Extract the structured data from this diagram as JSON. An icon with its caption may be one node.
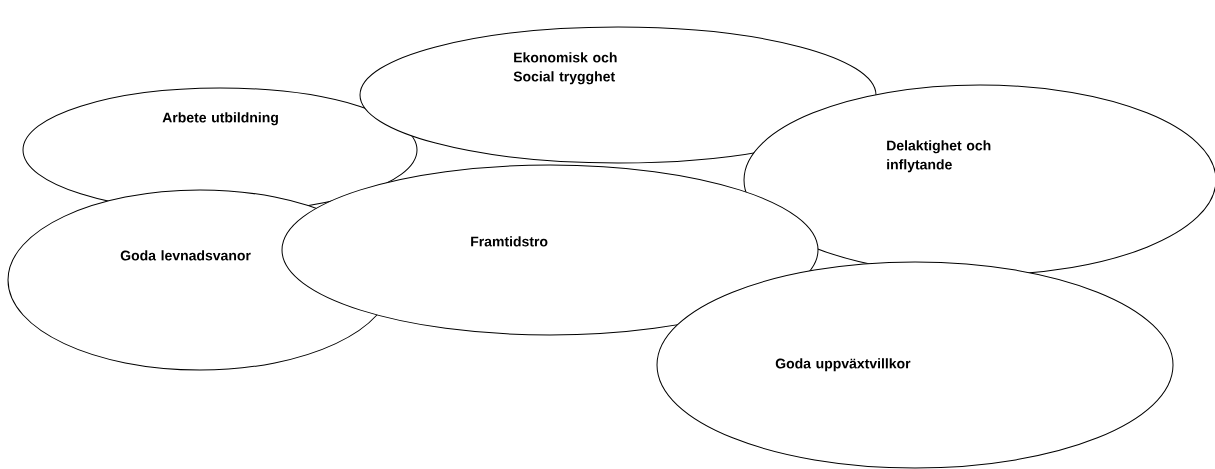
{
  "diagram": {
    "nodes": [
      {
        "text": [
          "Ekonomisk och Social trygghet"
        ]
      },
      {
        "text": [
          "Arbete utbildning"
        ]
      },
      {
        "text": [
          "Delaktighet och inflytande"
        ]
      },
      {
        "text": [
          "Framtidstro"
        ]
      },
      {
        "text": [
          "Goda levnadsvanor"
        ]
      },
      {
        "text": [
          "Goda uppväxtvillkor"
        ]
      }
    ]
  }
}
